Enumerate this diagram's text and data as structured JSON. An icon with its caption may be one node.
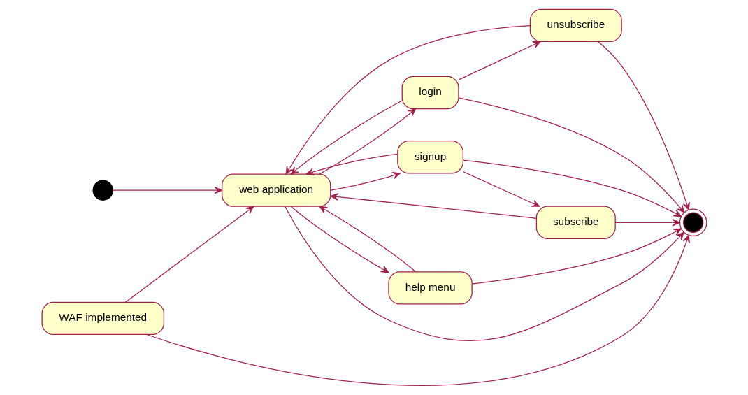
{
  "diagram": {
    "nodes": [
      {
        "text": [],
        "shape": "circle"
      },
      {
        "text": [
          "web application"
        ]
      },
      {
        "text": [
          "login"
        ]
      },
      {
        "text": [
          "signup"
        ]
      },
      {
        "text": [
          "help menu"
        ]
      },
      {
        "text": [
          "unsubscribe"
        ]
      },
      {
        "text": [
          "WAF implemented"
        ]
      },
      {
        "text": [
          "subscribe"
        ]
      },
      {
        "text": [],
        "shape": "bullseye"
      }
    ],
    "edges": [
      {
        "from": 0,
        "to": 1,
        "arrow": "to"
      },
      {
        "from": 1,
        "to": 2,
        "arrow": "to"
      },
      {
        "from": 1,
        "to": 3,
        "arrow": "to"
      },
      {
        "from": 3,
        "to": 1,
        "arrow": "to"
      },
      {
        "from": 1,
        "to": 4,
        "arrow": "to"
      },
      {
        "from": 4,
        "to": 1,
        "arrow": "to"
      },
      {
        "from": 2,
        "to": 5,
        "arrow": "to"
      },
      {
        "from": 3,
        "to": 7,
        "arrow": "to"
      },
      {
        "from": 2,
        "to": 1,
        "arrow": "to"
      },
      {
        "from": 5,
        "to": 1,
        "arrow": "to"
      },
      {
        "from": 6,
        "to": 1,
        "arrow": "to"
      },
      {
        "from": 7,
        "to": 1,
        "arrow": "to"
      },
      {
        "from": 2,
        "to": 8,
        "arrow": "to"
      },
      {
        "from": 3,
        "to": 8,
        "arrow": "to"
      },
      {
        "from": 4,
        "to": 8,
        "arrow": "to"
      },
      {
        "from": 1,
        "to": 8,
        "arrow": "to"
      },
      {
        "from": 5,
        "to": 8,
        "arrow": "to"
      },
      {
        "from": 6,
        "to": 8,
        "arrow": "to"
      },
      {
        "from": 7,
        "to": 8,
        "arrow": "to"
      }
    ]
  }
}
